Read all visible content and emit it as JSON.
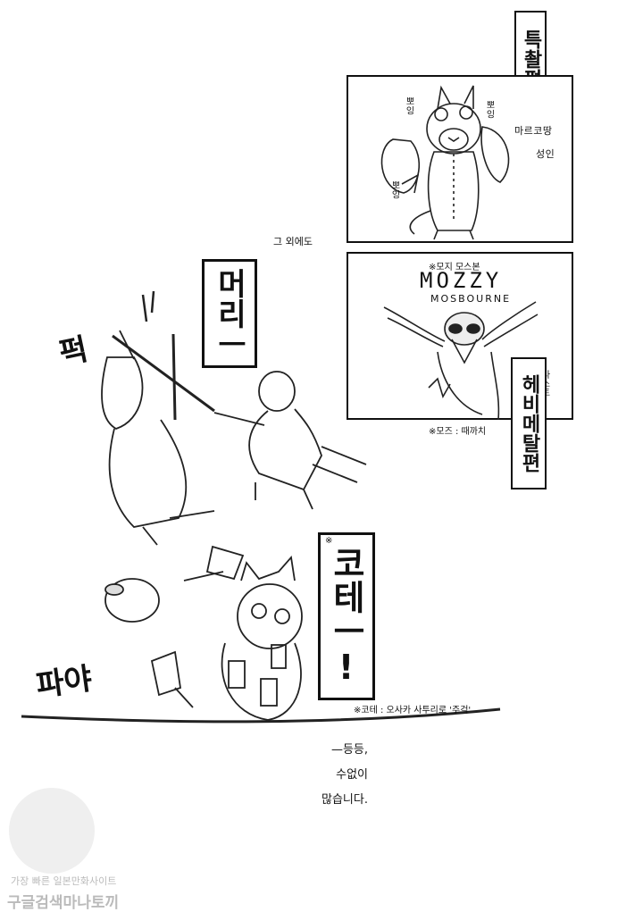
{
  "special_title": "특촬편",
  "panel1": {
    "caption": [
      "마르코땅",
      "성인"
    ],
    "sfx": [
      "뽀잉",
      "뽀잉",
      "뽀잉"
    ]
  },
  "panel2": {
    "note": "※모지 모스본",
    "logo_top": "MOZZY",
    "logo_bottom": "MOSBOURNE",
    "tag_small": "라스트",
    "tag_main": "헤비메탈편",
    "footnote": "※모즈 : 때까치"
  },
  "also": "그 외에도",
  "shout_meori": "머리ㅡ",
  "sfx_tak": "퍽",
  "shout_kote": "코테ㅡ!",
  "kote_mark": "※",
  "sfx_paya": "파야",
  "kote_note": "※코테 : 오사카 사투리로 '주걱'",
  "closing": [
    "—등등,",
    "수없이",
    "많습니다."
  ],
  "watermark": [
    "가장 빠른 일본만화사이트",
    "구글검색마나토끼"
  ]
}
